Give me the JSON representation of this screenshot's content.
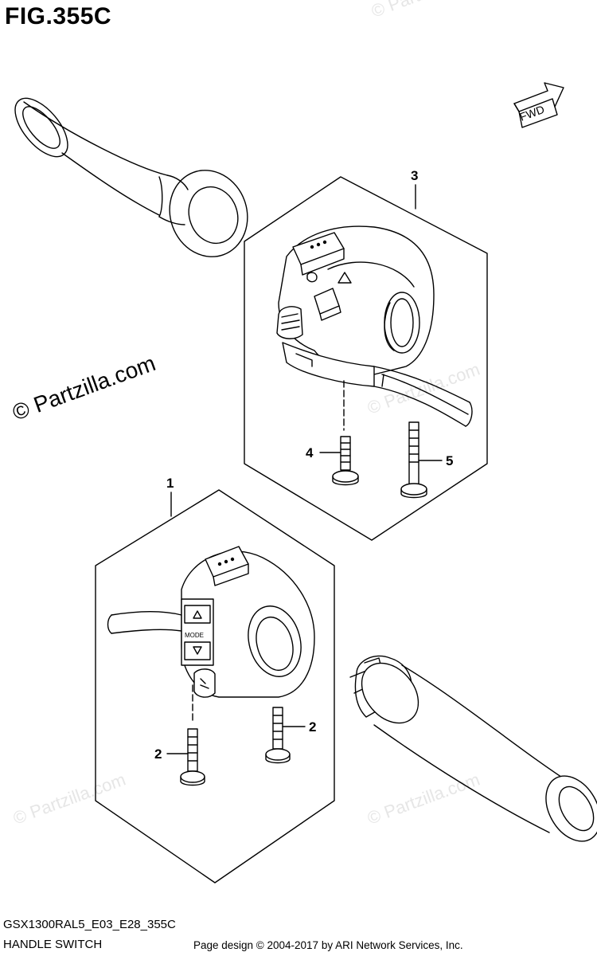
{
  "figure": {
    "title": "FIG.355C",
    "fwd_label": "FWD"
  },
  "callouts": {
    "c1": "1",
    "c2a": "2",
    "c2b": "2",
    "c3": "3",
    "c4": "4",
    "c5": "5"
  },
  "watermark": {
    "main": "© Partzilla.com",
    "faint": "© Partzilla.com"
  },
  "footer": {
    "model_code": "GSX1300RAL5_E03_E28_355C",
    "part_name": "HANDLE SWITCH",
    "credit": "Page design © 2004-2017 by ARI Network Services, Inc."
  },
  "switch_labels": {
    "mode": "MODE"
  }
}
